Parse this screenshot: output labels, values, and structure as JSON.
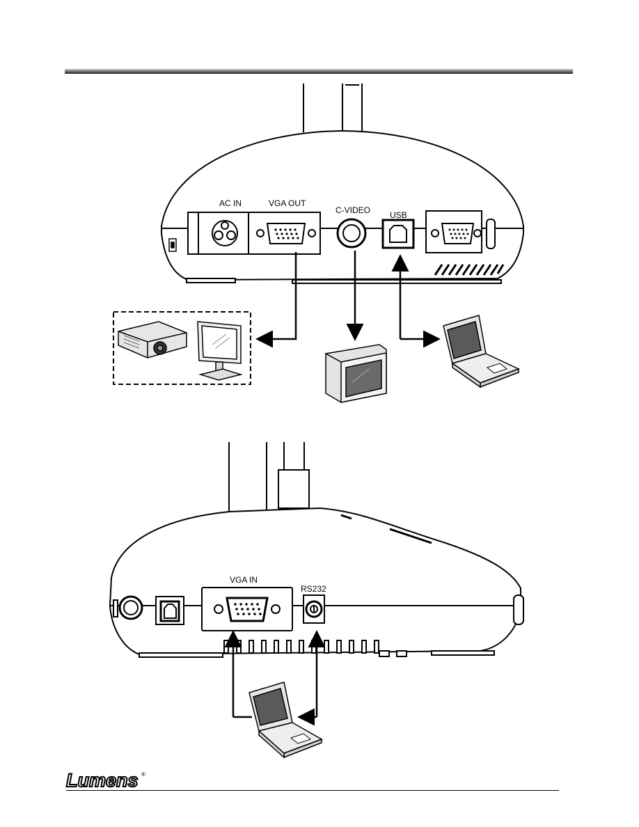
{
  "diagram_top": {
    "labels": {
      "ac_in": "AC IN",
      "vga_out": "VGA OUT",
      "c_video": "C-VIDEO",
      "usb": "USB"
    },
    "devices": [
      "projector-icon",
      "monitor-icon",
      "tv-icon",
      "laptop-icon"
    ]
  },
  "diagram_bottom": {
    "labels": {
      "vga_in": "VGA IN",
      "rs232": "RS232"
    },
    "devices": [
      "laptop-icon"
    ]
  },
  "footer": {
    "brand": "Lumens",
    "registered_mark": "®"
  },
  "colors": {
    "line": "#000000",
    "device_fill": "#e8e8e8",
    "screen_fill": "#505050",
    "header_rule": "#7a7a7a"
  }
}
